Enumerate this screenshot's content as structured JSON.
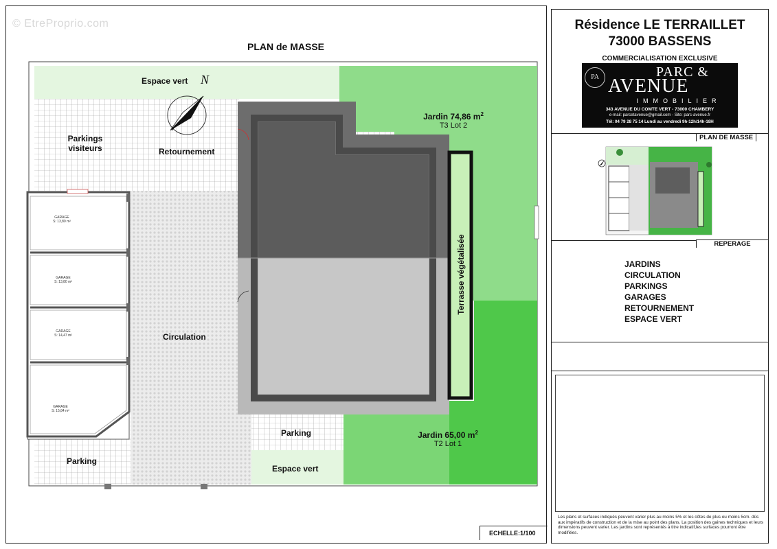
{
  "watermark": "© EtreProprio.com",
  "plan": {
    "title": "PLAN de  MASSE",
    "north_label": "N",
    "labels": {
      "espace_vert_top": "Espace vert",
      "parkings_visiteurs_1": "Parkings",
      "parkings_visiteurs_2": "visiteurs",
      "retournement": "Retournement",
      "jardin_top": "Jardin  74,86 m",
      "jardin_top_sup": "2",
      "jardin_top_lot": "T3 Lot 2",
      "terrasse": "Terrasse végétalisée",
      "circulation": "Circulation",
      "parking_bottom_left": "Parking",
      "parking_bottom_mid": "Parking",
      "espace_vert_bottom": "Espace vert",
      "jardin_bottom": "Jardin  65,00 m",
      "jardin_bottom_sup": "2",
      "jardin_bottom_lot": "T2 Lot 1"
    },
    "garages": [
      {
        "label": "GARAGE",
        "surface": "S: 13,80 m²"
      },
      {
        "label": "GARAGE",
        "surface": "S: 13,80 m²"
      },
      {
        "label": "GARAGE",
        "surface": "S: 14,47 m²"
      },
      {
        "label": "GARAGE",
        "surface": "S: 15,84 m²"
      }
    ]
  },
  "panel": {
    "residence": "Résidence LE TERRAILLET",
    "ville": "73000 BASSENS",
    "commercialisation": "COMMERCIALISATION EXCLUSIVE",
    "logo": {
      "initials": "PA",
      "line1": "PARC &",
      "line2": "AVENUE",
      "line3": "IMMOBILIER",
      "address": "343 AVENUE DU COMTE VERT - 73000 CHAMBERY",
      "contact": "e-mail: parcetavenue@gmail.com - Site: parc-avenue.fr",
      "tel": "Tél: 04 79 28 75 14 Lundi au vendredi 9h-12h/14h-18H"
    },
    "plan_de_masse_tab": "PLAN DE MASSE",
    "reperage_tab": "REPERAGE",
    "legend": [
      "JARDINS",
      "CIRCULATION",
      "PARKINGS",
      "GARAGES",
      "RETOURNEMENT",
      "ESPACE VERT"
    ],
    "disclaimer": "Les plans et surfaces indiqués peuvent varier plus au moins 5% et les côtes de plus ou moins 5cm. dûs aux impératifs de construction et de la mise au point des plans. La position des gaines techniques et leurs dimensions peuvent varier. Les jardins sont représentés à titre indicatif,les surfaces pourront être modifiées.",
    "echelle": "ECHELLE:1/100"
  },
  "colors": {
    "light_green": "#e4f6e0",
    "mid_green": "#8fdc8a",
    "dark_green": "#4fc84a",
    "building_dark": "#6d6d6d",
    "building_light": "#b9b9b9",
    "terrasse_green": "#c8f0b8"
  }
}
